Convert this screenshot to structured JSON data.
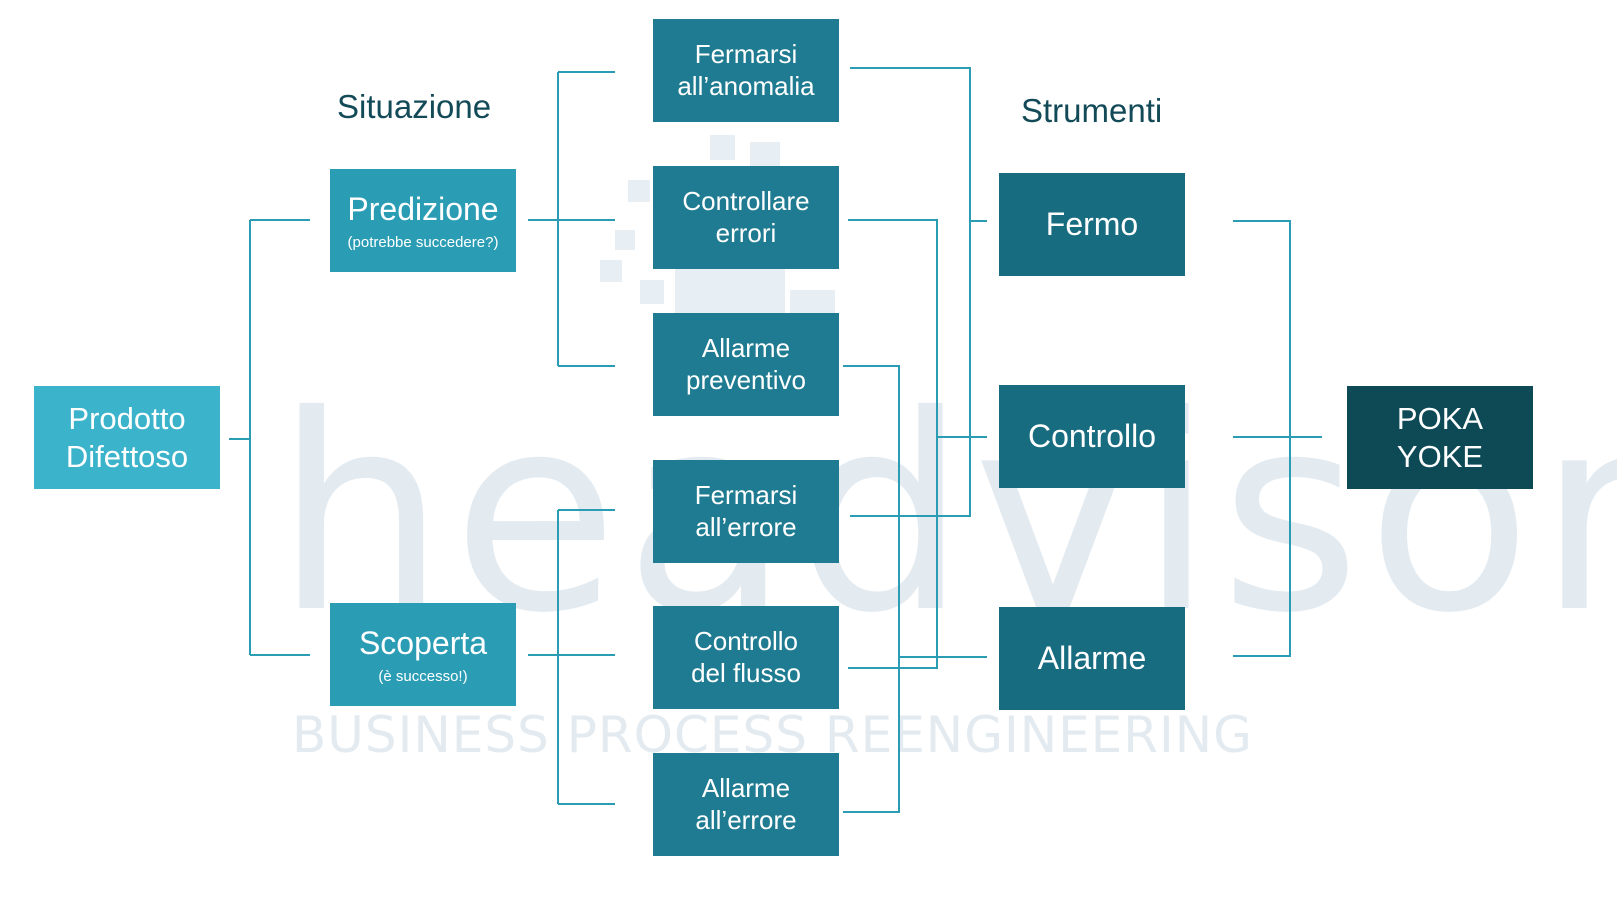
{
  "watermark": {
    "brand": "headvisor",
    "tagline": "BUSINESS PROCESS REENGINEERING"
  },
  "headings": {
    "situazione": "Situazione",
    "strumenti": "Strumenti"
  },
  "root": {
    "line1": "Prodotto",
    "line2": "Difettoso"
  },
  "situations": {
    "predizione": {
      "title": "Predizione",
      "subtitle": "(potrebbe succedere?)"
    },
    "scoperta": {
      "title": "Scoperta",
      "subtitle": "(è successo!)"
    }
  },
  "actions": {
    "fermarsi_anomalia": {
      "line1": "Fermarsi",
      "line2": "all’anomalia"
    },
    "controllare_errori": {
      "line1": "Controllare",
      "line2": "errori"
    },
    "allarme_preventivo": {
      "line1": "Allarme",
      "line2": "preventivo"
    },
    "fermarsi_errore": {
      "line1": "Fermarsi",
      "line2": "all’errore"
    },
    "controllo_flusso": {
      "line1": "Controllo",
      "line2": "del flusso"
    },
    "allarme_errore": {
      "line1": "Allarme",
      "line2": "all’errore"
    }
  },
  "tools": {
    "fermo": "Fermo",
    "controllo": "Controllo",
    "allarme": "Allarme"
  },
  "result": {
    "line1": "POKA",
    "line2": "YOKE"
  },
  "colors": {
    "connector": "#2a9db5",
    "root_box": "#3bb3cb",
    "situation_box": "#2a9db5",
    "action_box": "#1f7b91",
    "tool_box": "#176c80",
    "result_box": "#0e4a56",
    "heading_text": "#134a57",
    "watermark": "#e3ebf1"
  }
}
